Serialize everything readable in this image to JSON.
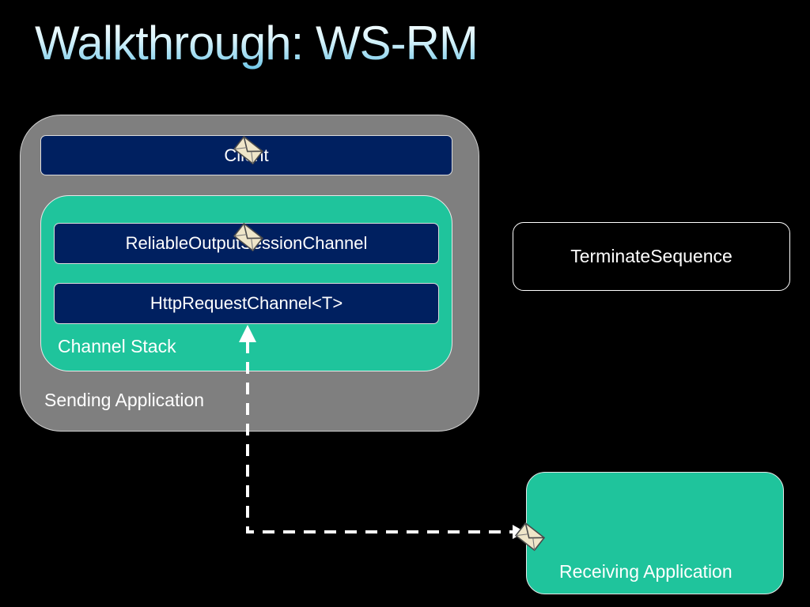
{
  "title": "Walkthrough: WS-RM",
  "sending_application": {
    "label": "Sending Application",
    "client": {
      "label": "Client"
    },
    "channel_stack": {
      "label": "Channel Stack",
      "channels": [
        {
          "label": "ReliableOutputSessionChannel"
        },
        {
          "label": "HttpRequestChannel<T>"
        }
      ]
    }
  },
  "message": {
    "label": "TerminateSequence"
  },
  "receiving_application": {
    "label": "Receiving Application"
  },
  "icons": {
    "message": "envelope-icon",
    "flow": "dashed-arrow"
  },
  "colors": {
    "background": "#000000",
    "sending_box": "#7f7f7f",
    "stack_box": "#1fc49c",
    "channel_bar": "#002060",
    "title_gradient_top": "#ffffff",
    "title_gradient_bottom": "#6fc7e8"
  }
}
